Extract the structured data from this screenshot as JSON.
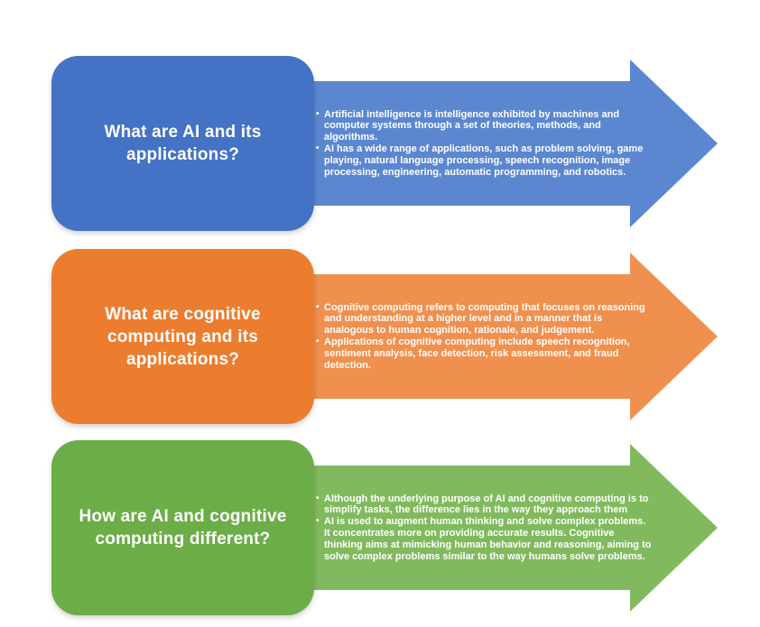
{
  "page": {
    "background_color": "#FFFFFF",
    "text_color": "#FFFFFF"
  },
  "rows": [
    {
      "id": "ai-and-applications",
      "question": "What are AI and its applications?",
      "bullets": [
        "Artificial intelligence is intelligence exhibited by machines and computer systems through a set of theories, methods, and algorithms.",
        "AI has a wide range of applications, such as problem solving, game playing, natural language processing, speech recognition, image processing, engineering, automatic programming, and robotics."
      ],
      "card_color": "#4472C4",
      "arrow_color": "#5B87D1"
    },
    {
      "id": "cognitive-computing-and-applications",
      "question": "What are cognitive computing and its applications?",
      "bullets": [
        "Cognitive computing refers to computing that focuses on reasoning and understanding at a higher level and in a manner that is analogous to human cognition, rationale, and judgement.",
        "Applications of cognitive computing include speech recognition, sentiment analysis, face detection, risk assessment, and fraud detection."
      ],
      "card_color": "#EC7D2F",
      "arrow_color": "#F0904E"
    },
    {
      "id": "ai-vs-cognitive-computing",
      "question": "How are AI and cognitive computing different?",
      "bullets": [
        "Although the underlying purpose of AI and cognitive computing is to simplify tasks, the difference lies in the way they approach them",
        "AI is used to augment human thinking and solve complex problems. It concentrates more on providing accurate results. Cognitive thinking aims at mimicking human behavior and reasoning, aiming to solve complex problems similar to the way humans solve problems."
      ],
      "card_color": "#6CAD47",
      "arrow_color": "#81BA5E"
    }
  ]
}
